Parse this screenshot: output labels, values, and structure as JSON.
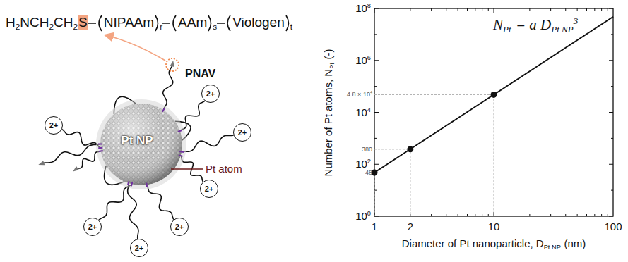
{
  "diagram": {
    "nodes": [
      {
        "text": [
          "2+"
        ]
      },
      {
        "text": [
          "2+"
        ]
      },
      {
        "text": [
          "2+"
        ]
      },
      {
        "text": [
          "2+"
        ]
      },
      {
        "text": [
          "2+"
        ]
      },
      {
        "text": [
          "2+"
        ]
      },
      {
        "text": [
          "2+"
        ]
      }
    ],
    "labels": [
      "H",
      "2",
      "NCH",
      "2",
      "CH",
      "2",
      "S",
      "NIPAAm",
      "r",
      "AAm",
      "s",
      "Viologen",
      "t",
      "PNAV",
      "Pt NP",
      "Pt atom",
      "N",
      "Pt",
      "= a D",
      "Pt NP",
      "3",
      "10",
      "8",
      "10",
      "6",
      "10",
      "4",
      "10",
      "2",
      "10",
      "0",
      "4.8 × 10",
      "4",
      "380",
      "48",
      "1",
      "2",
      "10",
      "100",
      "Number of Pt atoms, N",
      "Pt",
      "(-)",
      "Diameter of Pt nanoparticle, D",
      "Pt NP",
      "(nm)"
    ]
  }
}
